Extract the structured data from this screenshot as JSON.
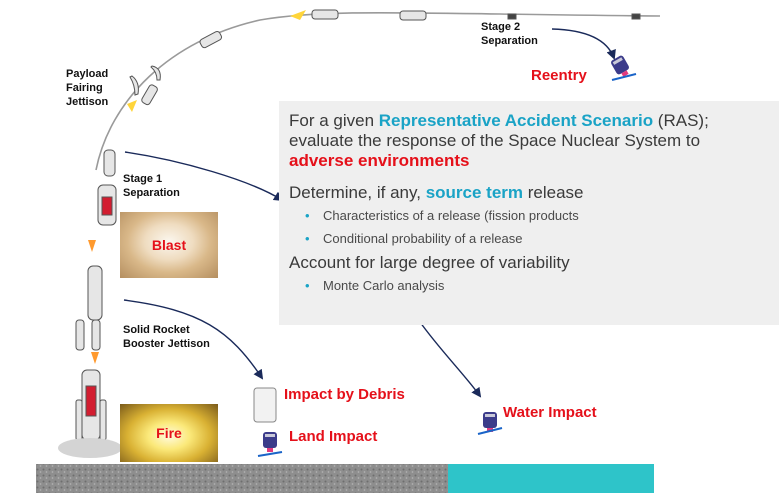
{
  "labels": {
    "payload_fairing": "Payload\nFairing\nJettison",
    "stage2": "Stage 2\nSeparation",
    "stage1": "Stage 1\nSeparation",
    "srb": "Solid Rocket\nBooster Jettison",
    "reentry": "Reentry",
    "blast": "Blast",
    "fire": "Fire",
    "impact_debris": "Impact by Debris",
    "land_impact": "Land Impact",
    "water_impact": "Water Impact"
  },
  "panel": {
    "p1": {
      "a": "For a given ",
      "b": "Representative Accident Scenario",
      "c": " (RAS); evaluate the response of the Space Nuclear System to ",
      "d": "adverse environments"
    },
    "p2": {
      "a": "Determine, if any, ",
      "b": "source term",
      "c": " release"
    },
    "p2_bullets": [
      "Characteristics of a release (fission products",
      "Conditional probability of a release"
    ],
    "p3": "Account for large degree of variability",
    "p3_bullets": [
      "Monte Carlo analysis"
    ],
    "bullet_glyph": "•"
  },
  "colors": {
    "accent_blue": "#1aa3c6",
    "accent_red": "#e5101a",
    "ground": "#8e8e8e",
    "water": "#2ec4c9",
    "panel_bg": "#efefef"
  }
}
